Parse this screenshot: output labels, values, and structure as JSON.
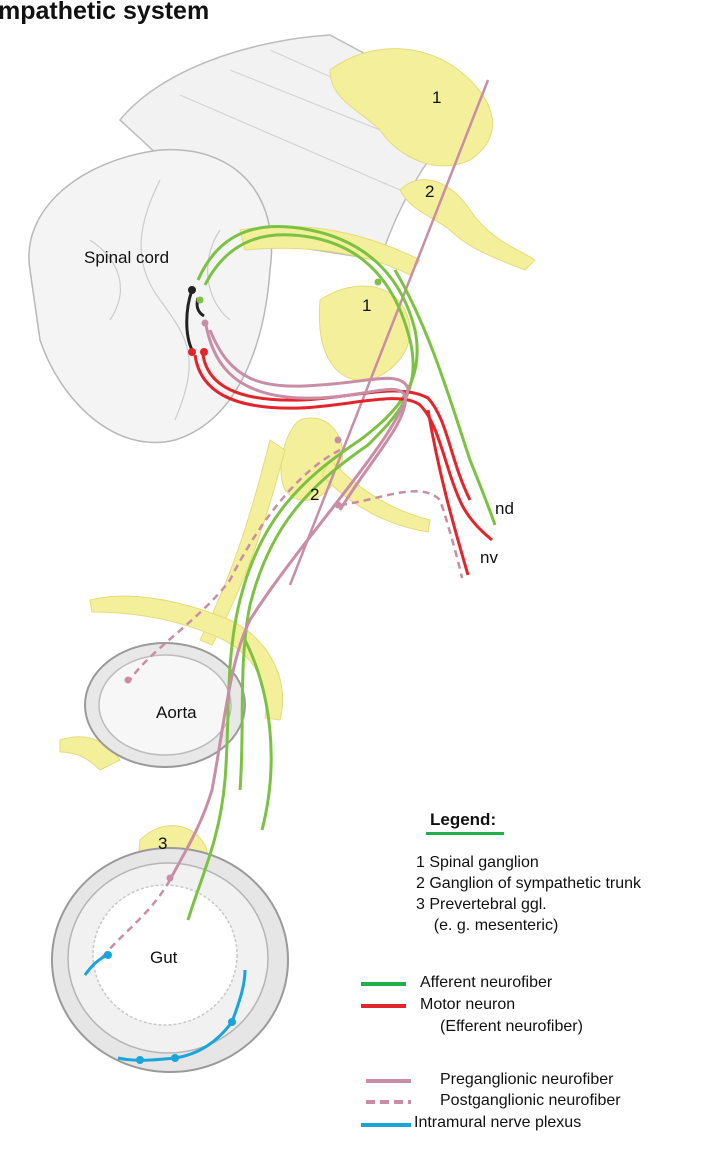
{
  "title": "mpathetic system",
  "labels": {
    "spinal_cord": "Spinal cord",
    "aorta": "Aorta",
    "gut": "Gut",
    "nd": "nd",
    "nv": "nv"
  },
  "numbers": {
    "n1_top": "1",
    "n2_top": "2",
    "n1_mid": "1",
    "n2_mid": "2",
    "n3": "3"
  },
  "legend": {
    "title": "Legend:",
    "ganglia": [
      "1  Spinal ganglion",
      "2  Ganglion of sympathetic trunk",
      "3  Prevertebral ggl.",
      "    (e. g. mesenteric)"
    ],
    "fibers": {
      "afferent": "Afferent neurofiber",
      "motor": "Motor neuron",
      "motor_sub": "(Efferent neurofiber)",
      "preganglionic": "Preganglionic neurofiber",
      "postganglionic": "Postganglionic neurofiber",
      "intramural": "Intramural nerve plexus"
    }
  },
  "colors": {
    "afferent": "#7cc242",
    "afferent_legend": "#22b04a",
    "motor": "#e3242b",
    "preganglionic": "#c98ea6",
    "intramural": "#1aa4dc",
    "ganglion": "#f4ef9a",
    "tissue": "#eeeeee",
    "interneuron": "#222222"
  }
}
